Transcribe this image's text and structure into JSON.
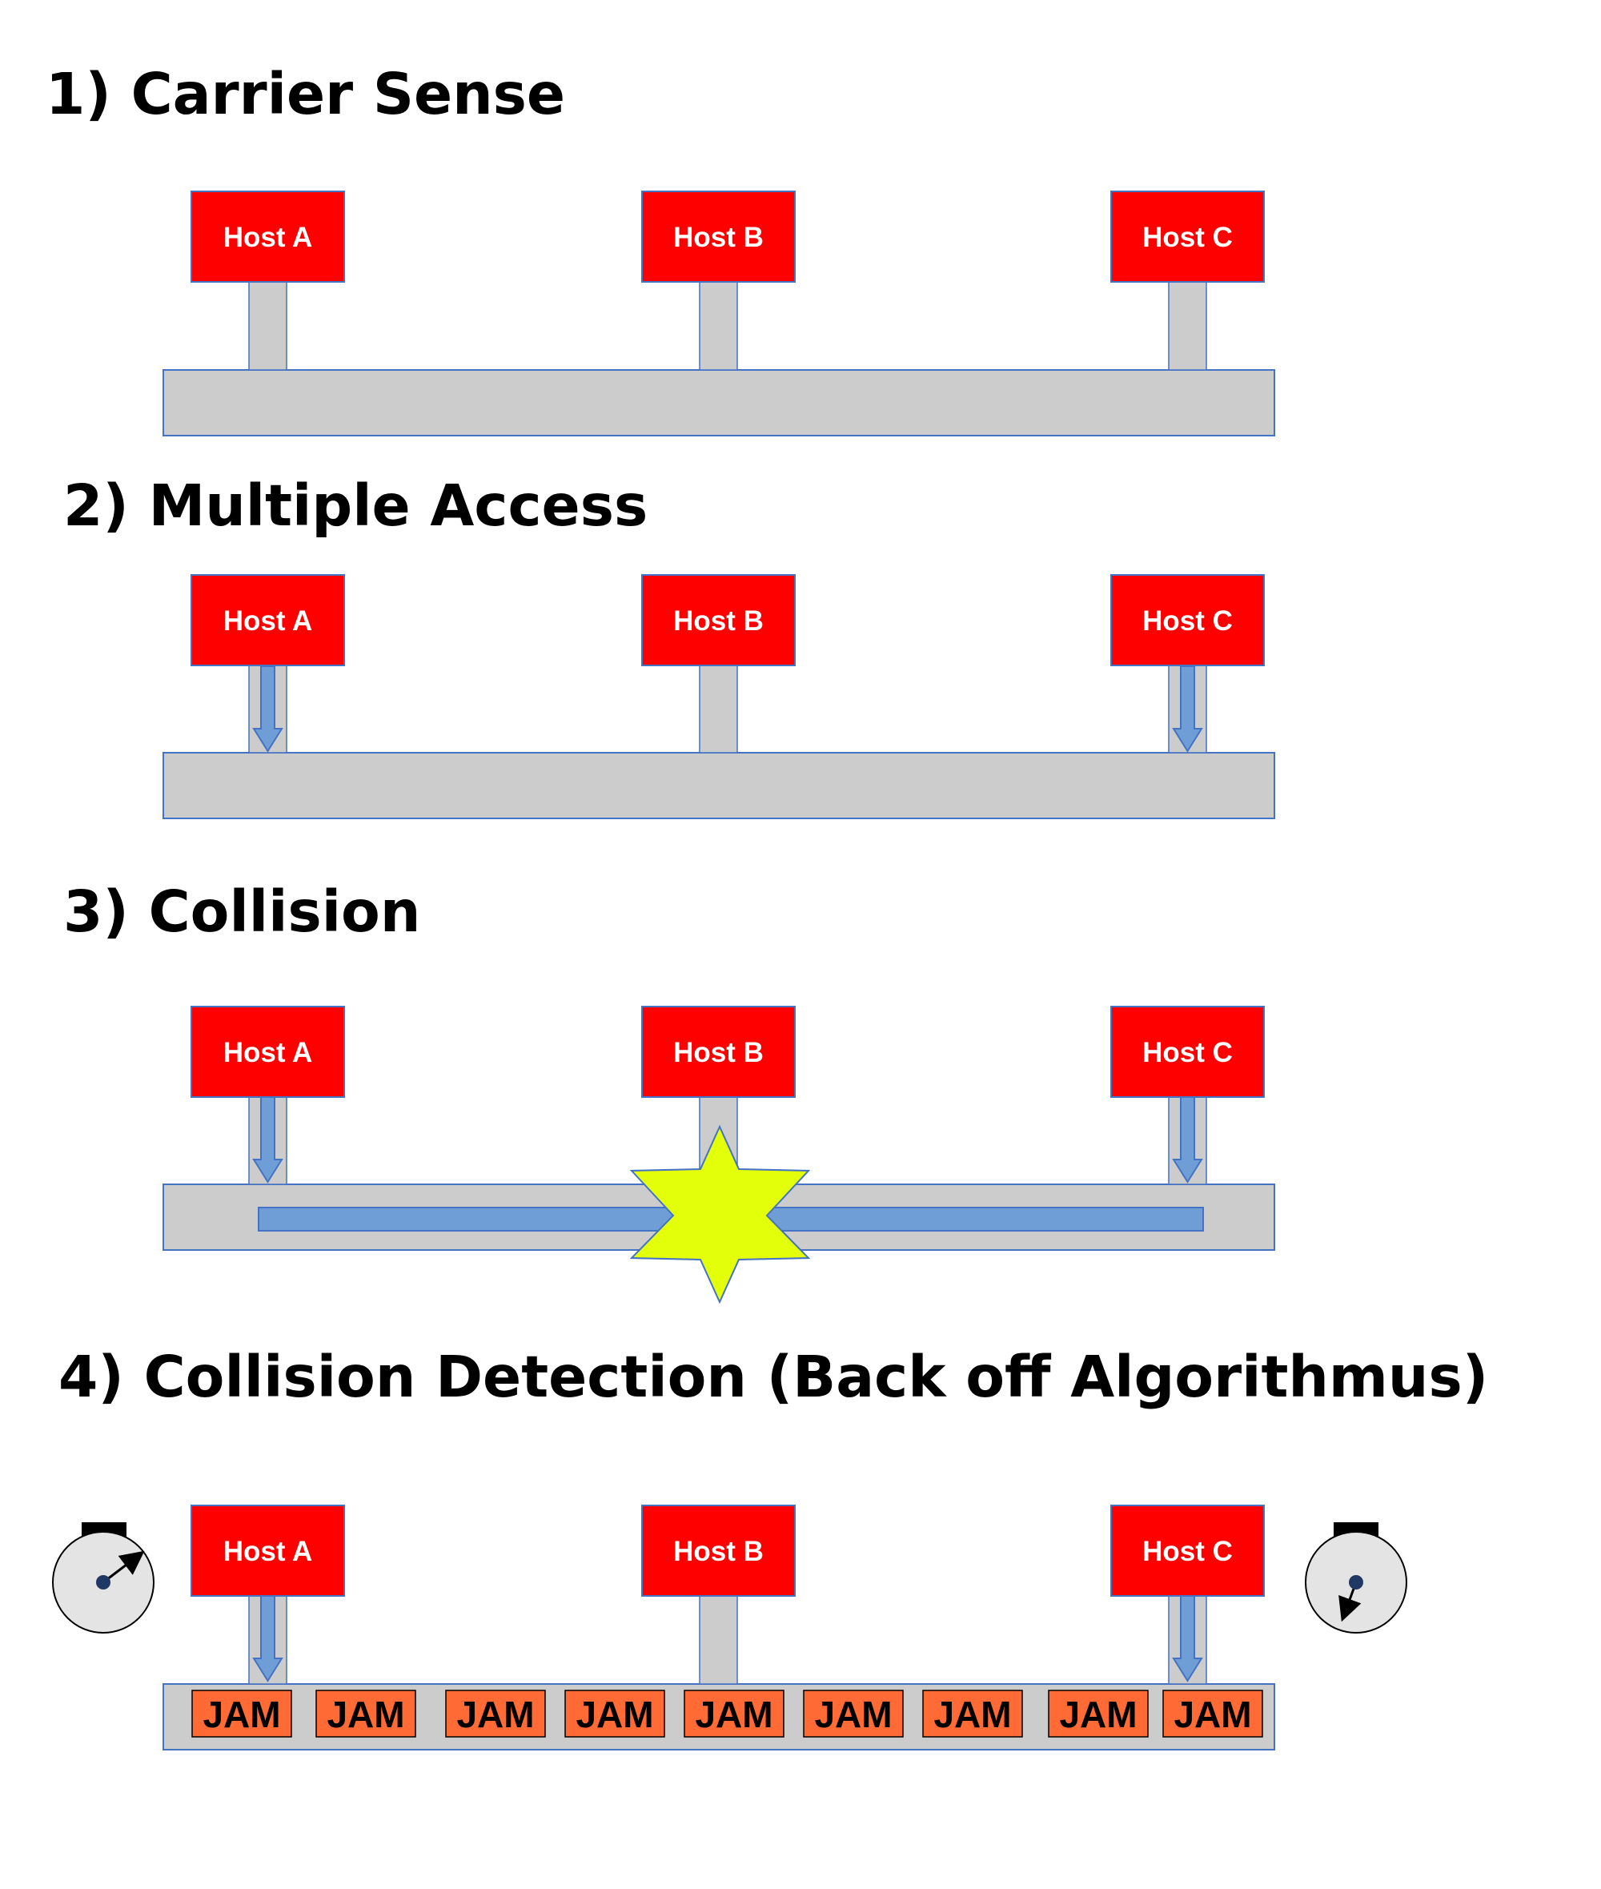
{
  "colors": {
    "host_fill": "#ff0000",
    "host_stroke": "#4472c4",
    "bus_fill": "#cccccc",
    "signal_fill": "#6f9ed6",
    "collision_fill": "#e4ff0a",
    "jam_fill": "#ff6a35",
    "timer_fill": "#e4e4e4"
  },
  "sections": [
    {
      "title": "1) Carrier Sense",
      "hosts": [
        "Host A",
        "Host B",
        "Host C"
      ],
      "sending_hosts": [],
      "collision": false,
      "jam_signals": []
    },
    {
      "title": "2) Multiple Access",
      "hosts": [
        "Host A",
        "Host B",
        "Host C"
      ],
      "sending_hosts": [
        "Host A",
        "Host C"
      ],
      "collision": false,
      "jam_signals": []
    },
    {
      "title": "3) Collision",
      "hosts": [
        "Host A",
        "Host B",
        "Host C"
      ],
      "sending_hosts": [
        "Host A",
        "Host C"
      ],
      "collision": true,
      "jam_signals": []
    },
    {
      "title": "4) Collision Detection (Back off Algorithmus)",
      "hosts": [
        "Host A",
        "Host B",
        "Host C"
      ],
      "sending_hosts": [
        "Host A",
        "Host C"
      ],
      "collision": false,
      "jam_signals": [
        "JAM",
        "JAM",
        "JAM",
        "JAM",
        "JAM",
        "JAM",
        "JAM",
        "JAM",
        "JAM"
      ],
      "backoff_timers": [
        "stopwatch-host-a",
        "stopwatch-host-c"
      ]
    }
  ]
}
